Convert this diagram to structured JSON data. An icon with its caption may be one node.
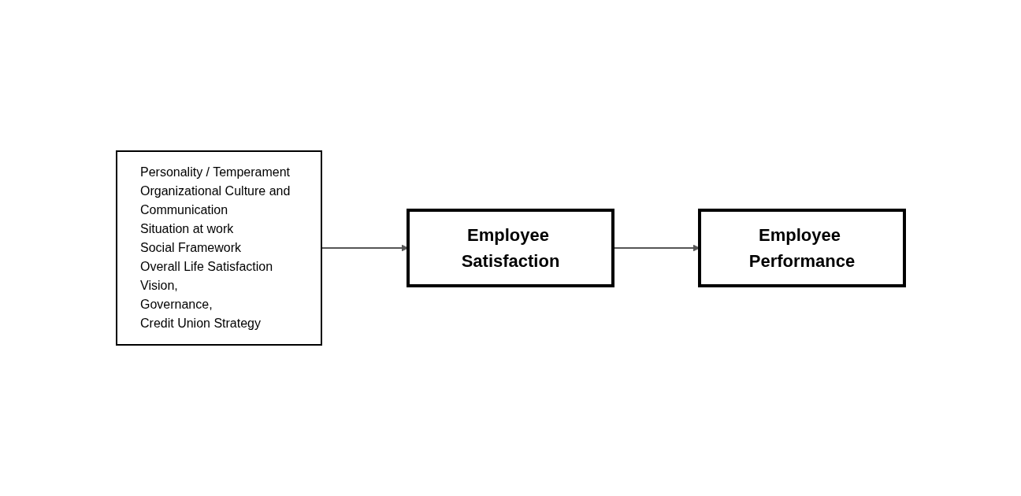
{
  "diagram": {
    "nodes": [
      {
        "text": [
          "Personality / Temperament",
          "Organizational Culture and Communication",
          "Situation at work",
          "Social Framework",
          "Overall Life Satisfaction",
          "Vision,",
          "Governance,",
          "Credit Union Strategy"
        ]
      },
      {
        "text": [
          "Employee Satisfaction"
        ]
      },
      {
        "text": [
          "Employee Performance"
        ]
      }
    ],
    "edges": [
      {
        "from": 0,
        "to": 1,
        "arrow": "to"
      },
      {
        "from": 1,
        "to": 2,
        "arrow": "to"
      }
    ]
  }
}
